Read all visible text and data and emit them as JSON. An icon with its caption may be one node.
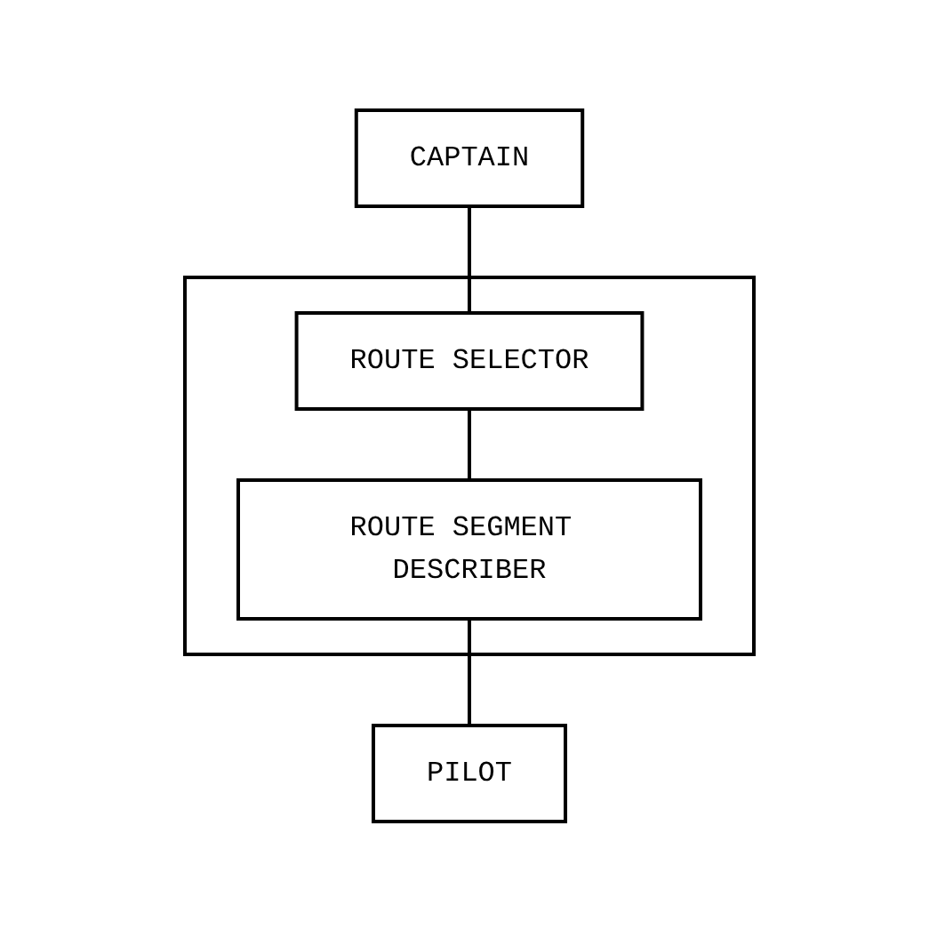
{
  "diagram": {
    "nodes": [
      {
        "text": [
          "CAPTAIN"
        ]
      },
      {
        "text": [],
        "shape": "box"
      },
      {
        "text": [
          "ROUTE SELECTOR"
        ],
        "in": 1
      },
      {
        "text": [
          "ROUTE SEGMENT DESCRIBER"
        ],
        "in": 1
      },
      {
        "text": [
          "PILOT"
        ]
      }
    ],
    "edges": [
      {
        "from": 0,
        "to": 2,
        "arrow": "none"
      },
      {
        "from": 2,
        "to": 3,
        "arrow": "none"
      },
      {
        "from": 3,
        "to": 4,
        "arrow": "none"
      }
    ]
  }
}
